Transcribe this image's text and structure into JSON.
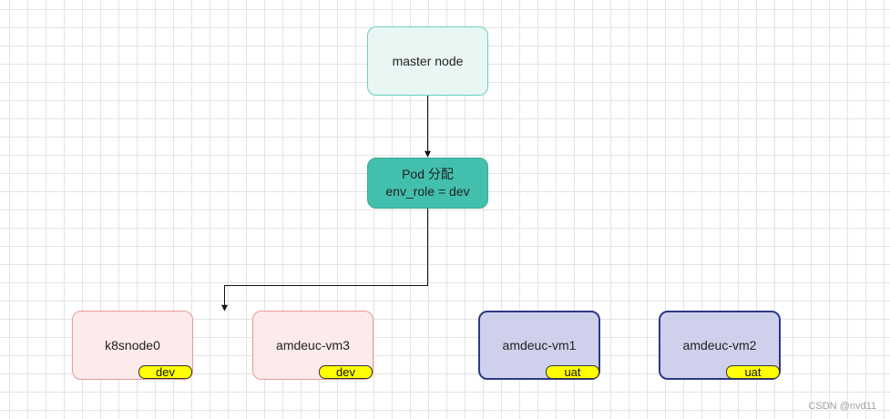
{
  "diagram": {
    "nodes": {
      "master": {
        "label": "master node"
      },
      "pod": {
        "line1": "Pod 分配",
        "line2": "env_role = dev"
      },
      "workers": [
        {
          "label": "k8snode0",
          "tag": "dev"
        },
        {
          "label": "amdeuc-vm3",
          "tag": "dev"
        },
        {
          "label": "amdeuc-vm1",
          "tag": "uat"
        },
        {
          "label": "amdeuc-vm2",
          "tag": "uat"
        }
      ]
    },
    "edges": [
      {
        "from": "master",
        "to": "pod"
      },
      {
        "from": "pod",
        "to": "workers.0"
      }
    ],
    "colors": {
      "master_fill": "#e8f6f4",
      "pod_fill": "#43bfad",
      "dev_fill": "#fdeaea",
      "uat_fill": "#cfd1ec",
      "tag_fill": "#ffff00"
    }
  },
  "watermark": "CSDN @nvd11"
}
